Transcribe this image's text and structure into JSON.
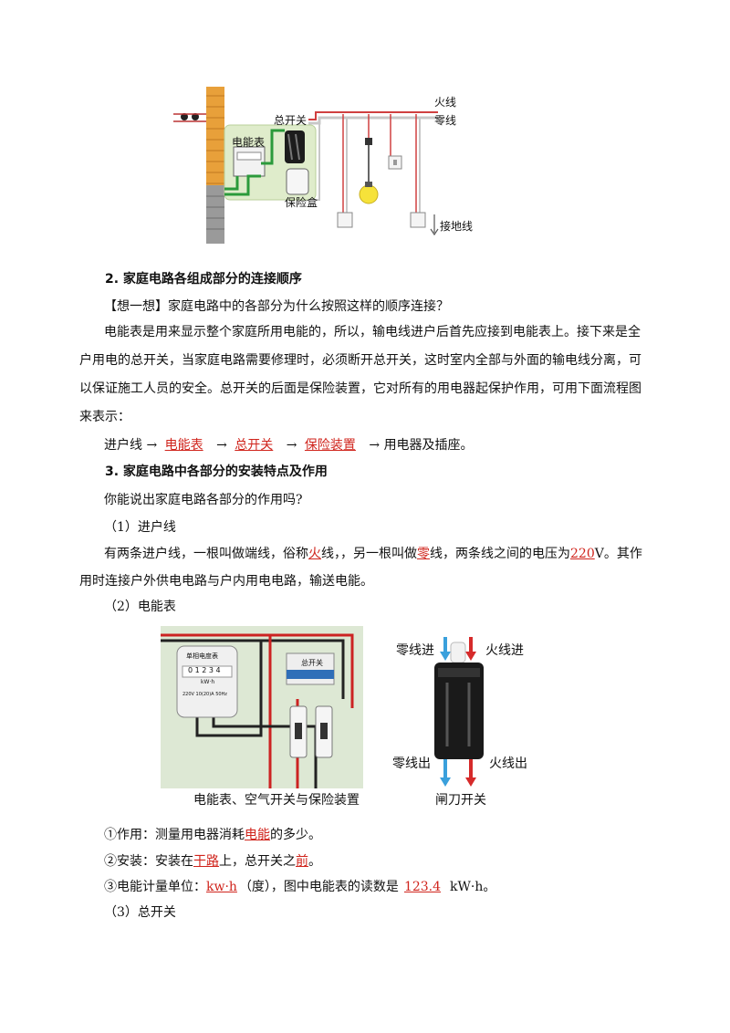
{
  "diagram1": {
    "labels": {
      "huoxian": "火线",
      "lingxian": "零线",
      "zongkaiguan": "总开关",
      "dianneng": "电能表",
      "baoxianhe": "保险盒",
      "jiedi": "接地线"
    }
  },
  "section2": {
    "heading": "2. 家庭电路各组成部分的连接顺序",
    "think_label": "【想一想】",
    "think_text": "家庭电路中的各部分为什么按照这样的顺序连接？",
    "para_lines": [
      "电能表是用来显示整个家庭所用电能的，所以，输电线进户后首先应接到电能表上。接下来是全",
      "户用电的总开关，当家庭电路需要修理时，必须断开总开关，这时室内全部与外面的输电线分离，可",
      "以保证施工人员的安全。总开关的后面是保险装置，它对所有的用电器起保护作用，可用下面流程图",
      "来表示："
    ],
    "flow": {
      "start": "进户线",
      "arrow": "→",
      "blank1": "电能表",
      "blank2": "总开关",
      "blank3": "保险装置",
      "end": "用电器及插座。"
    }
  },
  "section3": {
    "heading": "3. 家庭电路中各部分的安装特点及作用",
    "question": "你能说出家庭电路各部分的作用吗?",
    "sub1_title": "（1）进户线",
    "sub1_line1_a": "有两条进户线，一根叫做端线，俗称",
    "sub1_line1_blank1": "火",
    "sub1_line1_b": "线，，另一根叫做",
    "sub1_line1_blank2": "零",
    "sub1_line1_c": "线，两条线之间的电压为",
    "sub1_line1_blank3": "220",
    "sub1_line1_d": "V。其作",
    "sub1_line2": "用时连接户外供电电路与户内用电电路，输送电能。",
    "sub2_title": "（2）电能表",
    "fig_left_caption": "电能表、空气开关与保险装置",
    "fig_right_caption": "闸刀开关",
    "fig_right_labels": {
      "ling_in": "零线进",
      "huo_in": "火线进",
      "ling_out": "零线出",
      "huo_out": "火线出"
    },
    "fig_left_labels": {
      "meter_title": "单相电度表",
      "meter_digits": "0 1 2 3 4",
      "meter_unit": "kW·h",
      "meter_spec": "220V 10(20)A 50Hz",
      "switch_label": "总开关"
    },
    "item1_a": "①作用：测量用电器消耗",
    "item1_blank": "电能",
    "item1_b": "的多少。",
    "item2_a": "②安装：安装在",
    "item2_blank1": "干路",
    "item2_b": "上，总开关之",
    "item2_blank2": "前",
    "item2_c": "。",
    "item3_a": "③电能计量单位：",
    "item3_blank1": "kw·h",
    "item3_b": "（度），图中电能表的读数是",
    "item3_blank2": "123.4",
    "item3_c": "kW·h。",
    "sub3_title": "（3）总开关"
  }
}
